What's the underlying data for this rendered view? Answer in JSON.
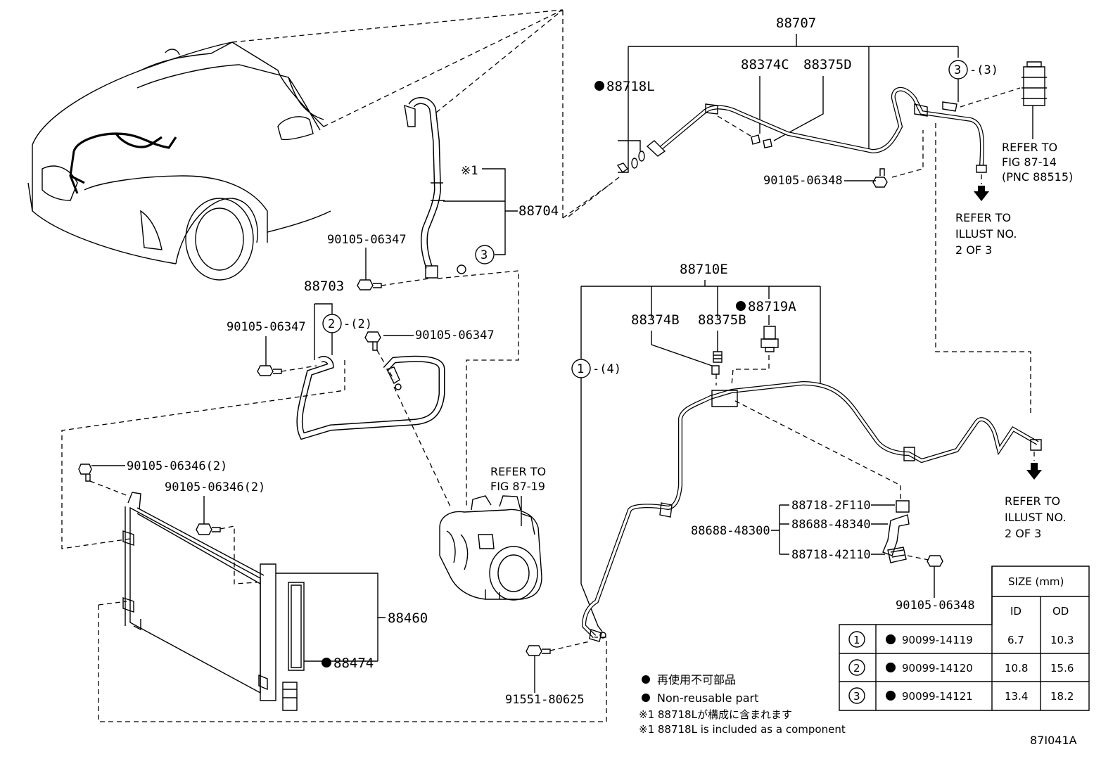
{
  "labels": {
    "p88707": "88707",
    "p88374C": "88374C",
    "p88375D": "88375D",
    "p88718L": "88718L",
    "p3a": "3",
    "p3a_count": "-(3)",
    "p90105_06348_top": "90105-06348",
    "p88704": "88704",
    "kome1": "※1",
    "p3b": "3",
    "p90105_06347_a": "90105-06347",
    "p88703": "88703",
    "p2a": "2",
    "p2a_count": "-(2)",
    "p90105_06347_b": "90105-06347",
    "p90105_06347_c": "90105-06347",
    "p88710E": "88710E",
    "p88374B": "88374B",
    "p88375B": "88375B",
    "p88719A": "88719A",
    "p1a": "1",
    "p1a_count": "-(4)",
    "p90105_06346_a": "90105-06346(2)",
    "p90105_06346_b": "90105-06346(2)",
    "p88460": "88460",
    "p88474": "88474",
    "p91551_80625": "91551-80625",
    "p88718_2F110": "88718-2F110",
    "p88688_48340": "88688-48340",
    "p88688_48300": "88688-48300",
    "p88718_42110": "88718-42110",
    "p90105_06348_bot": "90105-06348",
    "figure_code": "87I041A"
  },
  "refs": {
    "fig8714": [
      "REFER TO",
      "FIG 87-14",
      "(PNC 88515)"
    ],
    "illust_a": [
      "REFER TO",
      "ILLUST NO.",
      "2 OF 3"
    ],
    "fig8719": [
      "REFER TO",
      "FIG 87-19"
    ],
    "illust_b": [
      "REFER TO",
      "ILLUST NO.",
      "2 OF 3"
    ]
  },
  "legend": {
    "nonreusable_jp": "再使用不可部品",
    "nonreusable_en": "Non-reusable part",
    "note_jp": "※1 88718Lが構成に含まれます",
    "note_en": "※1 88718L is included as a component"
  },
  "table": {
    "header_size": "SIZE (mm)",
    "header_id": "ID",
    "header_od": "OD",
    "rows": [
      {
        "num": "1",
        "part": "90099-14119",
        "id": "6.7",
        "od": "10.3"
      },
      {
        "num": "2",
        "part": "90099-14120",
        "id": "10.8",
        "od": "15.6"
      },
      {
        "num": "3",
        "part": "90099-14121",
        "id": "13.4",
        "od": "18.2"
      }
    ]
  }
}
